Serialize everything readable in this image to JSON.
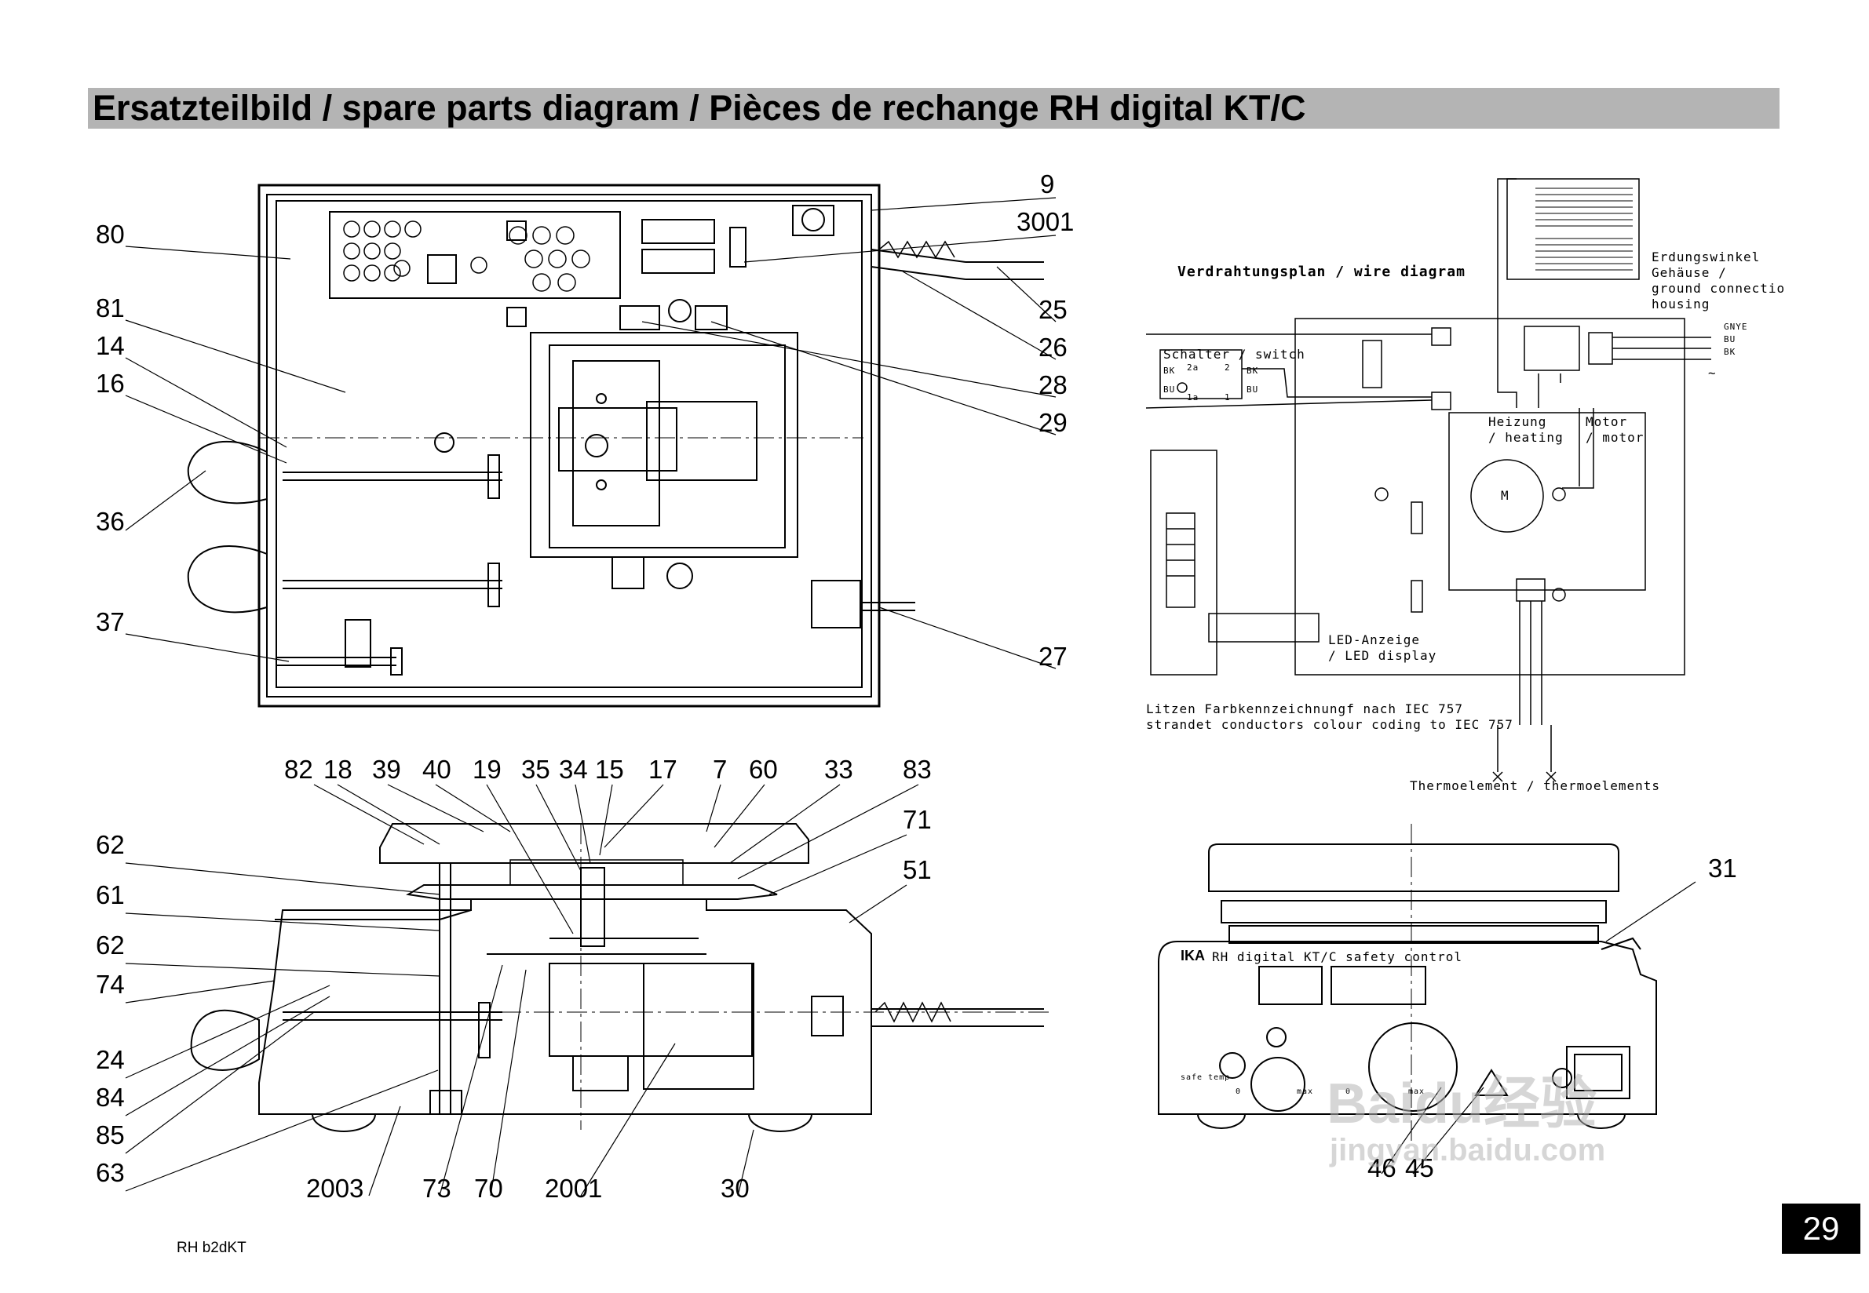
{
  "title": "Ersatzteilbild / spare parts diagram / Pièces de rechange   RH digital KT/C",
  "page_number": "29",
  "footer_code": "RH b2dKT",
  "top_view": {
    "labels_left": [
      "80",
      "81",
      "14",
      "16",
      "36",
      "37"
    ],
    "labels_right": [
      "9",
      "3001",
      "25",
      "26",
      "28",
      "29",
      "27"
    ]
  },
  "side_view": {
    "labels_top": [
      "82",
      "18",
      "39",
      "40",
      "19",
      "35",
      "34",
      "15",
      "17",
      "7",
      "60",
      "33",
      "83"
    ],
    "labels_right": [
      "71",
      "51"
    ],
    "labels_left": [
      "62",
      "61",
      "62",
      "74",
      "24",
      "84",
      "85",
      "63"
    ],
    "labels_bottom": [
      "2003",
      "73",
      "70",
      "2001",
      "30"
    ]
  },
  "wire_diagram": {
    "title": "Verdrahtungsplan / wire diagram",
    "switch_label": "Schalter / switch",
    "grounding_label": [
      "Erdungswinkel",
      "Gehäuse /",
      "ground connectio",
      "housing"
    ],
    "heating_label": [
      "Heizung",
      "/ heating"
    ],
    "motor_label": [
      "Motor",
      "/ motor"
    ],
    "motor_symbol": "M",
    "led_label": [
      "LED-Anzeige",
      "/ LED display"
    ],
    "colour_note": [
      "Litzen Farbkennzeichnungf nach IEC 757",
      "strandet conductors colour coding to IEC 757"
    ],
    "thermo_label": "Thermoelement / thermoelements",
    "wire_codes": [
      "GNYE",
      "BU",
      "BK"
    ],
    "terminal_codes": [
      "BK",
      "BU",
      "BK",
      "BU",
      "2a",
      "2",
      "1a",
      "1"
    ],
    "ac_symbol": "~"
  },
  "front_view": {
    "brand": "IKA",
    "model_text": "RH digital KT/C safety control",
    "safe_temp": "safe temp",
    "knob_scale": [
      "0",
      "max",
      "0",
      "max"
    ],
    "labels": [
      "31",
      "46",
      "45"
    ]
  },
  "watermark": [
    "Baidu经验",
    "jingyan.baidu.com"
  ]
}
